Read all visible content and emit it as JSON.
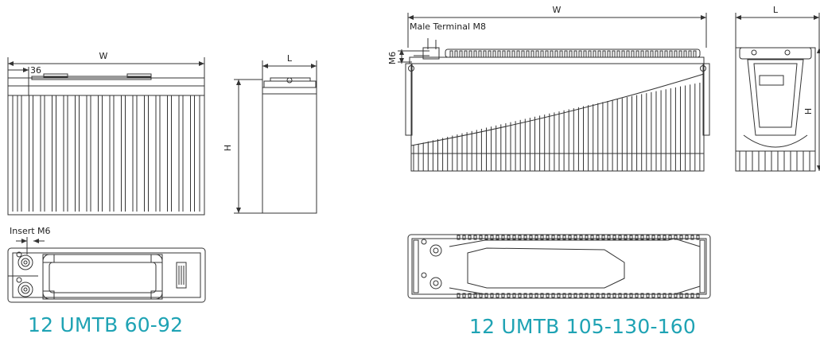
{
  "left": {
    "title": "12 UMTB 60-92",
    "dims": {
      "w": "W",
      "l": "L",
      "h": "H",
      "offset": "36"
    },
    "insert_label": "Insert M6"
  },
  "right": {
    "title": "12 UMTB 105-130-160",
    "dims": {
      "w": "W",
      "l": "L",
      "h": "H",
      "m6": "M6"
    },
    "terminal_label": "Male Terminal M8"
  },
  "colors": {
    "title": "#1fa3b4",
    "line": "#333333"
  }
}
